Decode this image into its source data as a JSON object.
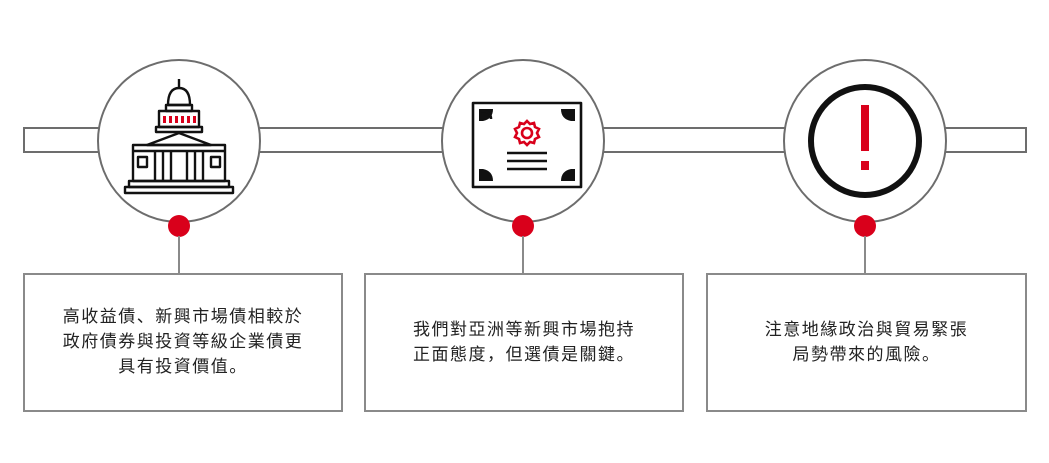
{
  "accent_color": "#d9001b",
  "outline_color": "#6d6d6d",
  "steps": [
    {
      "icon": "government-building-icon",
      "text_lines": [
        "高收益債、新興市場債相較於",
        "政府債券與投資等級企業債更",
        "具有投資價值。"
      ]
    },
    {
      "icon": "certificate-icon",
      "text_lines": [
        "我們對亞洲等新興市場抱持",
        "正面態度，但選債是關鍵。"
      ]
    },
    {
      "icon": "exclamation-warning-icon",
      "text_lines": [
        "注意地緣政治與貿易緊張",
        "局勢帶來的風險。"
      ]
    }
  ]
}
